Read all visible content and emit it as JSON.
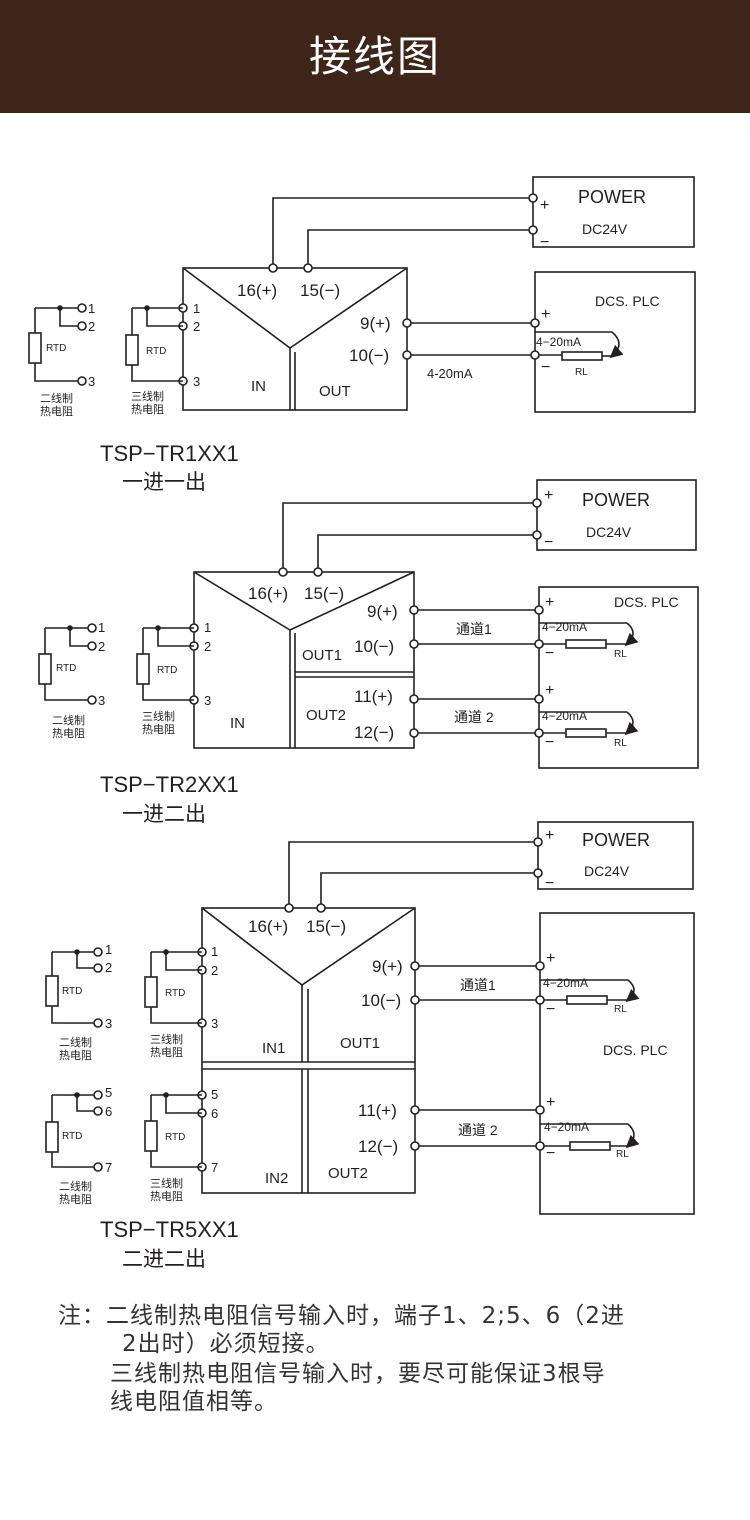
{
  "header": {
    "title": "接线图"
  },
  "colors": {
    "header_bg": "#3d2519",
    "line": "#231f20"
  },
  "common": {
    "power": "POWER",
    "dc24v": "DC24V",
    "plus": "+",
    "minus": "−",
    "term_16": "16(+)",
    "term_15": "15(−)",
    "dcs_plc": "DCS. PLC",
    "ma": "4−20mA",
    "rl": "RL",
    "rtd": "RTD",
    "two_wire": "二线制",
    "three_wire": "三线制",
    "thermal_res": "热电阻",
    "n1": "1",
    "n2": "2",
    "n3": "3",
    "n5": "5",
    "n6": "6",
    "n7": "7"
  },
  "d1": {
    "in": "IN",
    "out": "OUT",
    "t9": "9(+)",
    "t10": "10(−)",
    "out_signal": "4-20mA",
    "model": "TSP−TR1XX1",
    "desc": "一进一出"
  },
  "d2": {
    "in": "IN",
    "out1": "OUT1",
    "out2": "OUT2",
    "t9": "9(+)",
    "t10": "10(−)",
    "t11": "11(+)",
    "t12": "12(−)",
    "ch1": "通道1",
    "ch2": "通道 2",
    "model": "TSP−TR2XX1",
    "desc": "一进二出"
  },
  "d3": {
    "in1": "IN1",
    "in2": "IN2",
    "out1": "OUT1",
    "out2": "OUT2",
    "t9": "9(+)",
    "t10": "10(−)",
    "t11": "11(+)",
    "t12": "12(−)",
    "ch1": "通道1",
    "ch2": "通道 2",
    "model": "TSP−TR5XX1",
    "desc": "二进二出"
  },
  "note": {
    "line1": "注：二线制热电阻信号输入时，端子1、2;5、6（2进",
    "line2": "2出时）必须短接。",
    "line3": "三线制热电阻信号输入时，要尽可能保证3根导",
    "line4": "线电阻值相等。"
  }
}
